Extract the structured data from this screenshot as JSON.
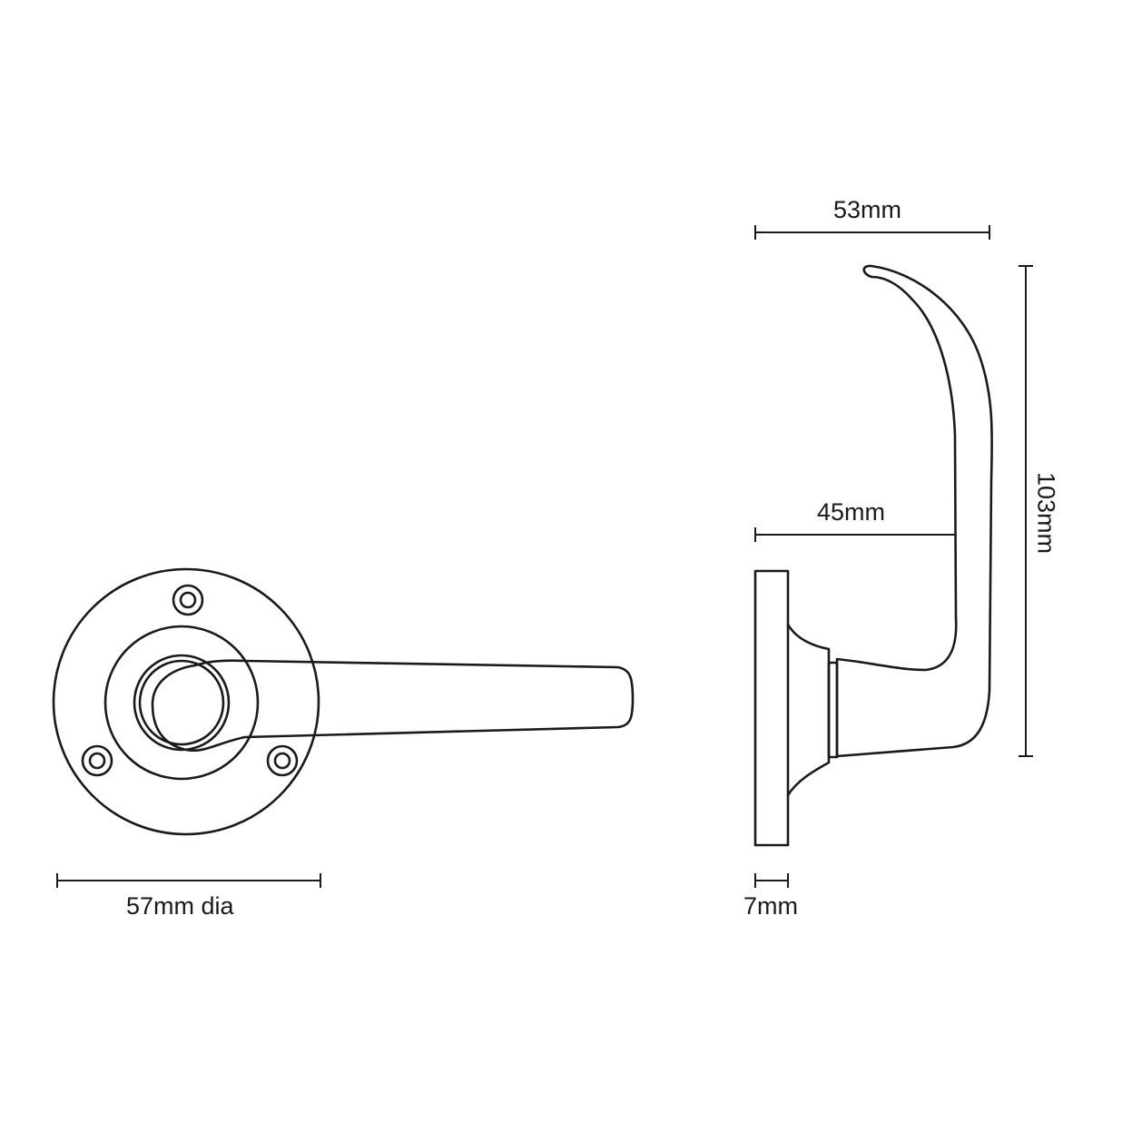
{
  "dimensions": {
    "rose_diameter": "57mm dia",
    "rose_thickness": "7mm",
    "lever_depth": "53mm",
    "projection": "45mm",
    "height": "103mm"
  },
  "colors": {
    "line": "#1a1a1a",
    "background": "#ffffff"
  }
}
